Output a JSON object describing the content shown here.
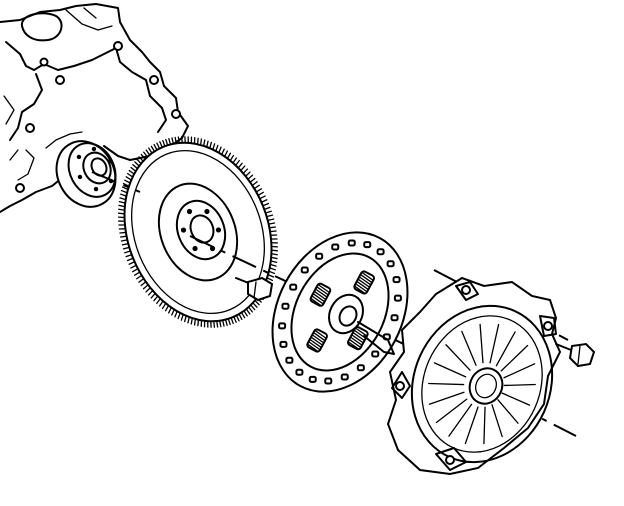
{
  "diagram": {
    "type": "exploded-view line drawing",
    "ink_color": "#000000",
    "background_color": "#ffffff",
    "parts": [
      "engine-block",
      "crankshaft-flange",
      "flywheel",
      "flywheel-bolt",
      "clutch-disc",
      "pressure-plate",
      "pressure-plate-bolt"
    ]
  }
}
